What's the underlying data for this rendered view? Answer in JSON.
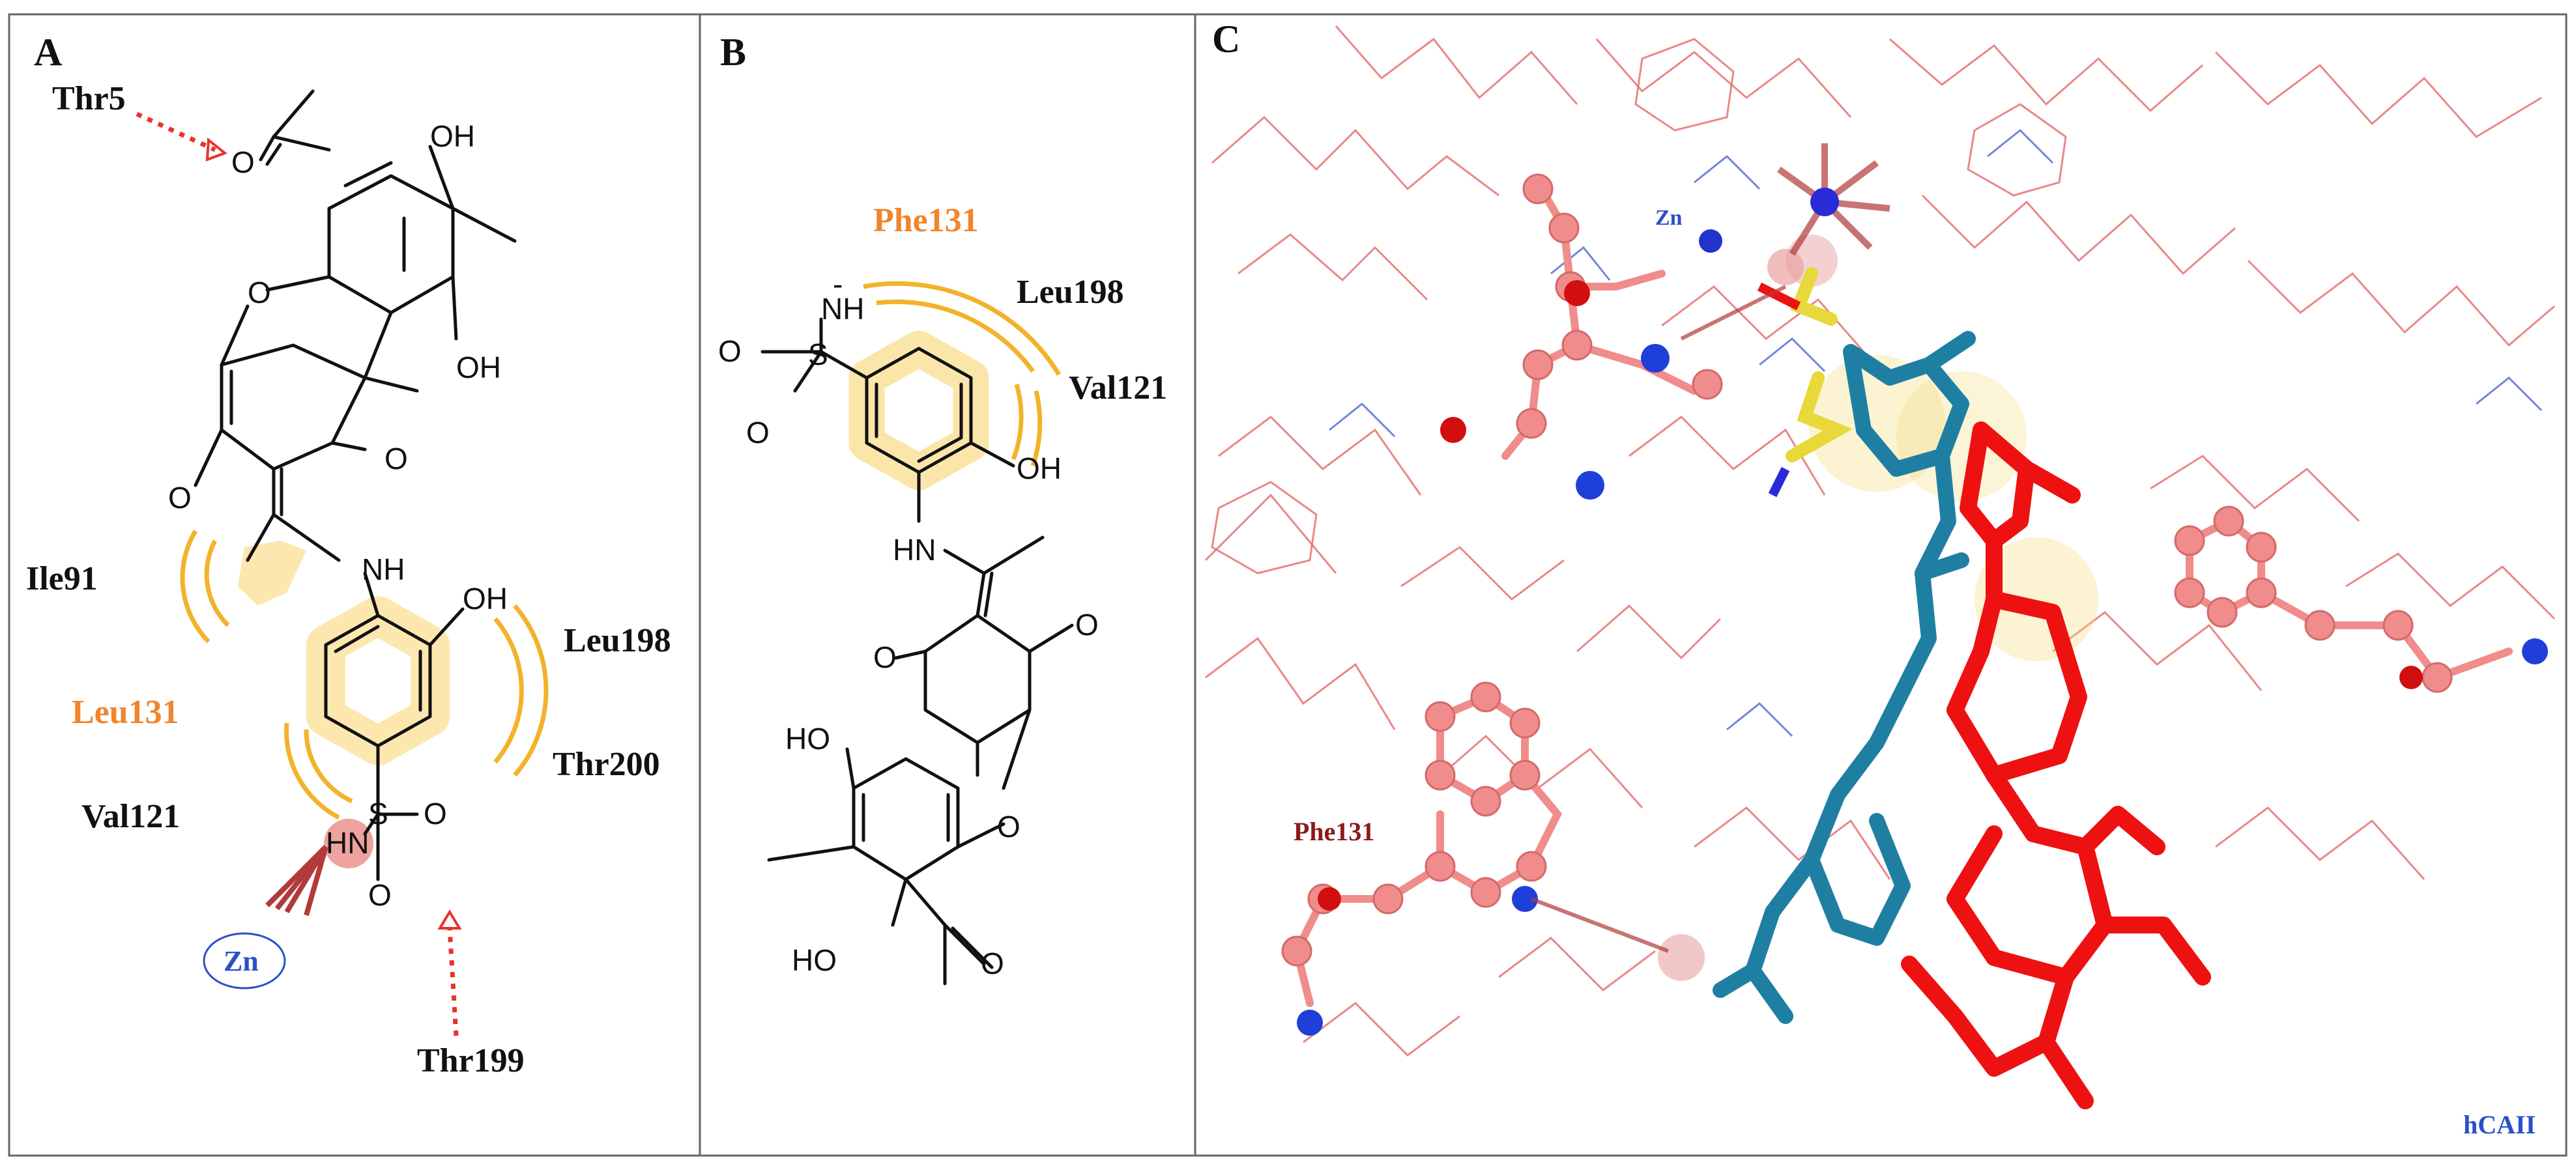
{
  "panels": [
    {
      "label": "A"
    },
    {
      "label": "B"
    },
    {
      "label": "C"
    }
  ],
  "panel_a": {
    "residues": {
      "thr5": "Thr5",
      "ile91": "Ile91",
      "leu131": "Leu131",
      "leu198": "Leu198",
      "thr200": "Thr200",
      "val121": "Val121",
      "thr199": "Thr199"
    },
    "metal": "Zn",
    "atoms": {
      "oh_top": "OH",
      "oh_mid": "OH",
      "o_acetyl": "O",
      "o_furan": "O",
      "o_left": "O",
      "o_right": "O",
      "nh": "NH",
      "oh_phenol": "OH",
      "hn": "HN",
      "s": "S",
      "o_s_right": "O",
      "o_s_bottom": "O"
    }
  },
  "panel_b": {
    "residues": {
      "phe131": "Phe131",
      "leu198": "Leu198",
      "val121": "Val121"
    },
    "atoms": {
      "nh_minus": "-",
      "nh": "NH",
      "o_s_left": "O",
      "s": "S",
      "o_s_bottom": "O",
      "oh": "OH",
      "hn": "HN",
      "o_right": "O",
      "o_left": "O",
      "ho_top": "HO",
      "o_furan": "O",
      "ho_bottom": "HO",
      "o_acetyl": "O"
    }
  },
  "panel_c": {
    "labels": {
      "zn": "Zn",
      "phe131": "Phe131",
      "enzyme": "hCAII"
    }
  },
  "colors": {
    "residue_orange": "#f0852d",
    "hydrophobic_arc": "#f2b32a",
    "hbond_red": "#e8322b",
    "zn_blue": "#2a4fc9",
    "ligand_red": "#ee1111",
    "ligand_teal": "#1f7fa3",
    "protein_pink": "#f08c8c"
  }
}
